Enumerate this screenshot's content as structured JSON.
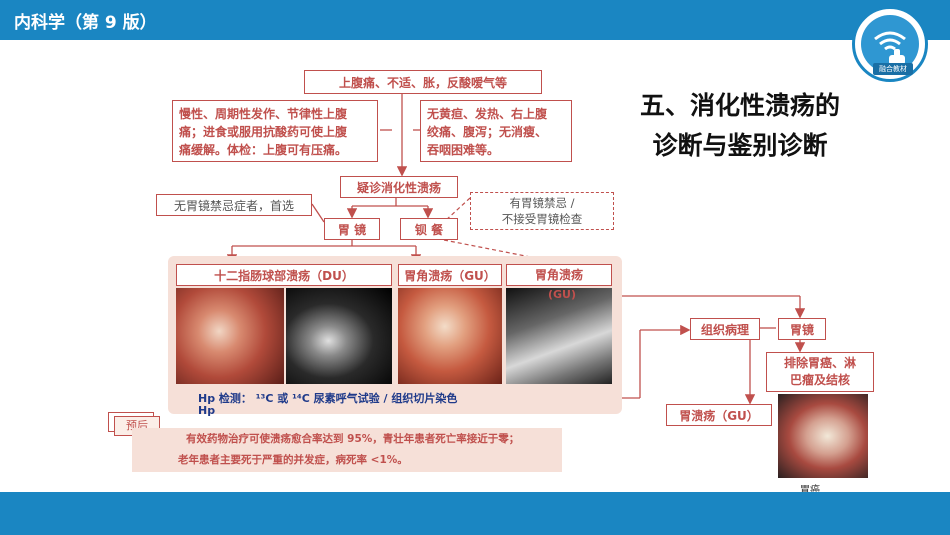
{
  "header": {
    "title": "内科学（第 9 版）",
    "logo_label": "融合教材"
  },
  "section_title": {
    "line1": "五、消化性溃疡的",
    "line2": "诊断与鉴别诊断"
  },
  "flow": {
    "symptoms": "上腹痛、不适、胀，反酸嗳气等",
    "left_features": [
      "慢性、周期性发作、节律性上腹",
      "痛；进食或服用抗酸药可使上腹",
      "痛缓解。体检：上腹可有压痛。"
    ],
    "right_features": [
      "无黄疸、发热、右上腹",
      "绞痛、腹泻；无消瘦、",
      "吞咽困难等。"
    ],
    "suspect": "疑诊消化性溃疡",
    "no_contra": "无胃镜禁忌症者，首选",
    "contra_line1": "有胃镜禁忌 /",
    "contra_line2": "不接受胃镜检查",
    "gastroscopy": "胃  镜",
    "barium": "钡  餐",
    "du_label": "十二指肠球部溃疡（DU）",
    "gu_label": "胃角溃疡（GU）",
    "gu_label2_line1": "胃角溃疡",
    "gu_label2_line2": "(GU)",
    "pathology": "组织病理",
    "gastroscopy2": "胃镜",
    "exclude_line1": "排除胃癌、淋",
    "exclude_line2": "巴瘤及结核",
    "final_gu": "胃溃疡（GU）",
    "cancer_caption": "胃癌"
  },
  "hp_test": {
    "line": "Hp 检测：  ¹³C 或 ¹⁴C 尿素呼气试验 / 组织切片染色",
    "line2": "Hp"
  },
  "prognosis": {
    "tag": "预后",
    "line1": "有效药物治疗可使溃疡愈合率达到 95%，青壮年患者死亡率接近于零；",
    "line2": "老年患者主要死于严重的并发症，病死率 <1%。"
  }
}
